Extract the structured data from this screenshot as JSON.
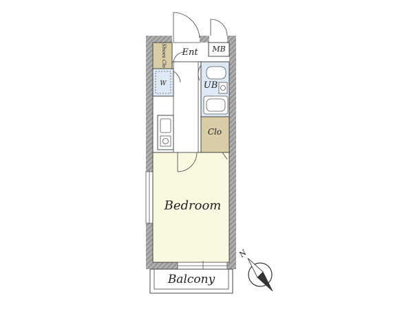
{
  "rooms": {
    "entrance": "Ent",
    "meter_box": "MB",
    "shoes_closet": "Shoes Clo",
    "washer": "W",
    "unit_bath": "UB",
    "closet": "Clo",
    "bedroom": "Bedroom",
    "balcony": "Balcony"
  },
  "compass": {
    "north": "N"
  },
  "colors": {
    "wall": "#8a8a8a",
    "wall_hatch": "#d4d4d4",
    "bedroom_fill": "#fbf8e2",
    "closet_fill": "#d9cda8",
    "wet_area_fill": "#dde9f4",
    "line": "#333333"
  }
}
